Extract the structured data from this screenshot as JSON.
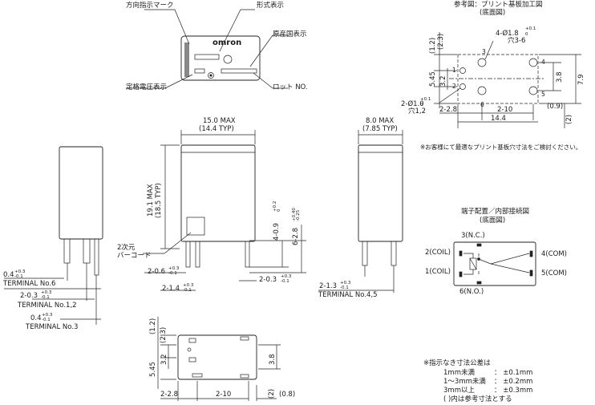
{
  "top_view": {
    "brand": "omron",
    "callouts": {
      "direction_mark": "方向指示マーク",
      "model": "形式表示",
      "origin": "原産国表示",
      "rated_voltage": "定格電圧表示",
      "lot": "ロット NO."
    }
  },
  "front_view": {
    "width_max": "15.0 MAX",
    "width_typ": "(14.4 TYP)",
    "height_max": "19.1 MAX",
    "height_typ": "(18.5 TYP)",
    "barcode_label_1": "2次元",
    "barcode_label_2": "バーコード",
    "dim_40": "4-0.9",
    "dim_40_tol_plus": "+0.2",
    "dim_40_tol_minus": "0",
    "dim_62": "6-2.8",
    "dim_62_tol_plus": "+0.40",
    "dim_62_tol_minus": "-0.25",
    "dim_206": "2-0.6",
    "dim_14": "2-1.4",
    "dim_203": "2-0.3",
    "tol_plus": "+0.3",
    "tol_minus": "-0.1"
  },
  "left_view": {
    "dim_04a": "0.4",
    "terminal6": "TERMINAL No.6",
    "dim_203": "2-0.3",
    "terminal12": "TERMINAL No.1,2",
    "dim_04b": "0.4",
    "terminal3": "TERMINAL No.3"
  },
  "side_view": {
    "width_max": "8.0 MAX",
    "width_typ": "(7.85 TYP)",
    "dim_213": "2-1.3",
    "terminal45": "TERMINAL No.4,5"
  },
  "pcb": {
    "title_1": "参考図：プリント基板加工図",
    "title_2": "(底面図)",
    "holes_big": "4-Ø1.8",
    "holes_big_tol_plus": "+0.1",
    "holes_big_tol_minus": "0",
    "holes_big_note": "穴3-6",
    "holes_small": "2-Ø1.0",
    "holes_small_tol_plus": "+0.1",
    "holes_small_tol_minus": "0",
    "holes_small_note": "穴1,2",
    "dims": {
      "d12": "(1.2)",
      "d23": "(2.3)",
      "d545": "5.45",
      "d32": "3.2",
      "d38": "3.8",
      "d79": "7.9",
      "d09": "(0.9)",
      "d228": "2-2.8",
      "d210": "2-10",
      "d144": "14.4",
      "d2": "(2)"
    },
    "pin_numbers": [
      "1",
      "2",
      "3",
      "4",
      "5",
      "6"
    ],
    "note": "※お客様にて最適なプリント基板穴寸法をご検討ください。"
  },
  "wiring": {
    "title_1": "端子配置／内部接続図",
    "title_2": "(底面図)",
    "n3": "3(N.C.)",
    "n2": "2(COIL)",
    "n1": "1(COIL)",
    "n6": "6(N.O.)",
    "n4": "4(COM)",
    "n5": "5(COM)"
  },
  "bottom_view": {
    "d12": "(1.2)",
    "d23": "(2.3)",
    "d545": "5.45",
    "d32": "3.2",
    "d38": "3.8",
    "d228": "2-2.8",
    "d210": "2-10",
    "d2": "(2)",
    "d08": "(0.8)"
  },
  "tolerance": {
    "title": "※指示なき寸法公差は",
    "rows": [
      {
        "range": "1mm未満",
        "value": "：  ±0.1mm"
      },
      {
        "range": "1～3mm未満",
        "value": "：  ±0.2mm"
      },
      {
        "range": "3mm以上",
        "value": "：  ±0.3mm"
      }
    ],
    "note": "(    )内は参考寸法とする"
  }
}
